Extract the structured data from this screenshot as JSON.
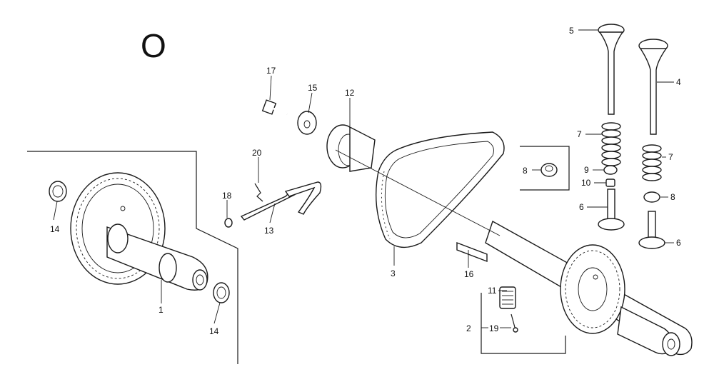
{
  "section_letter": "O",
  "callouts": {
    "c1": "1",
    "c2": "2",
    "c3": "3",
    "c4": "4",
    "c5": "5",
    "c6a": "6",
    "c6b": "6",
    "c7a": "7",
    "c7b": "7",
    "c8a": "8",
    "c8b": "8",
    "c9": "9",
    "c10": "10",
    "c11": "11",
    "c12": "12",
    "c13": "13",
    "c14a": "14",
    "c14b": "14",
    "c15": "15",
    "c16": "16",
    "c17": "17",
    "c18": "18",
    "c19": "19",
    "c20": "20"
  }
}
